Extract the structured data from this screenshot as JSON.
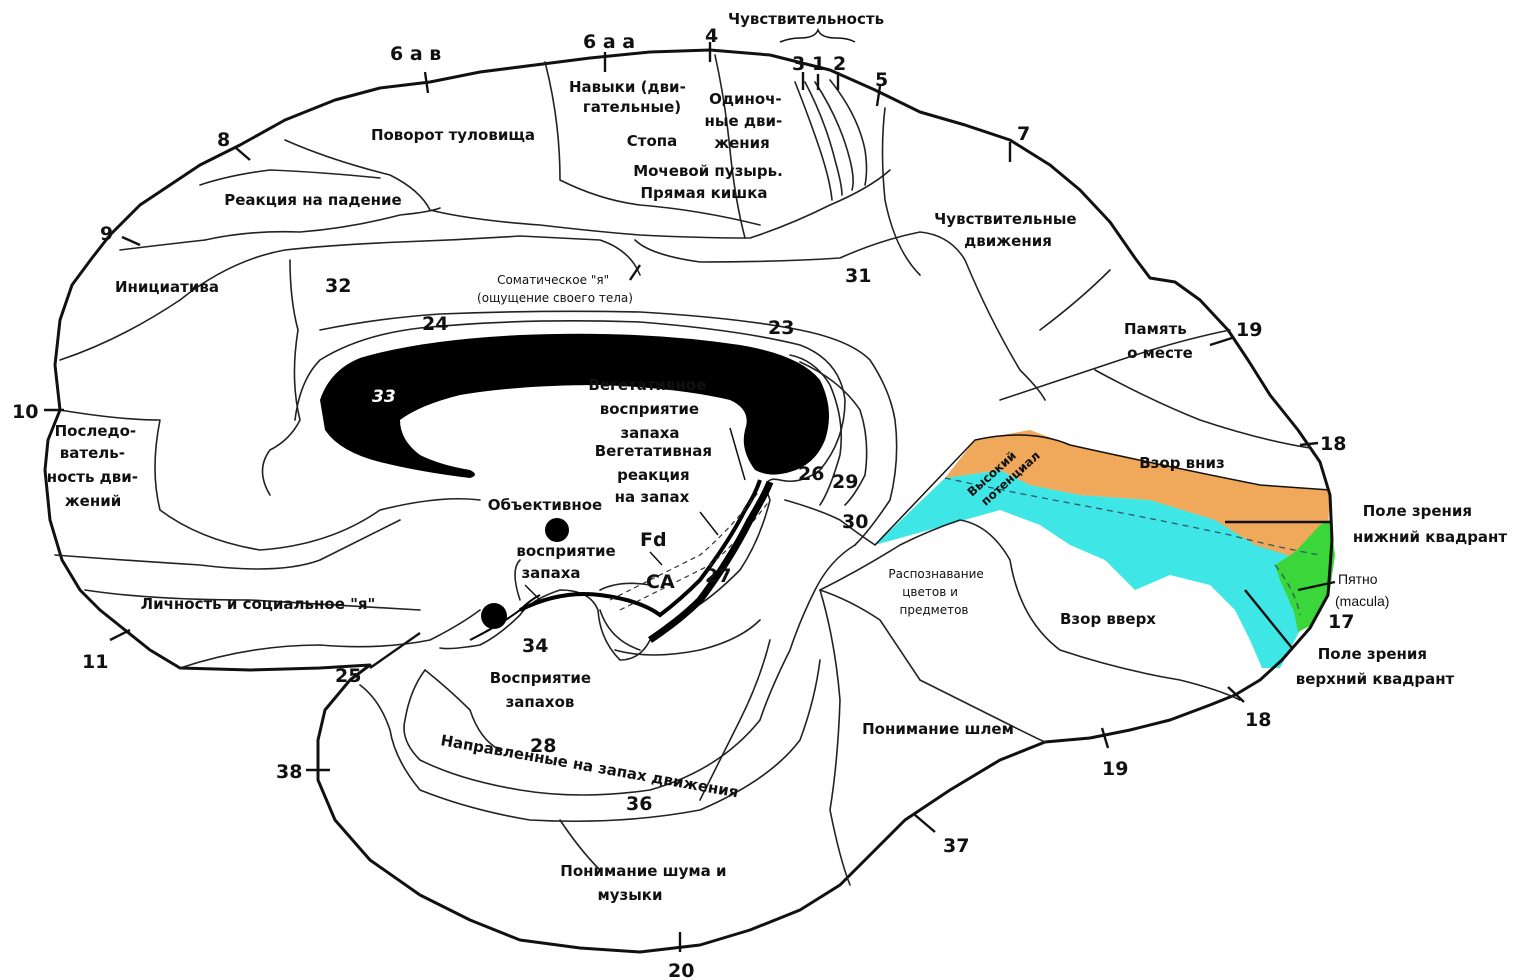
{
  "colors": {
    "lower_field": "#f0a85a",
    "upper_field": "#3fe6e6",
    "macula": "#3ad63a",
    "callosum": "#000000"
  },
  "areas": {
    "a6av": "6 а в",
    "a6aa": "6 а а",
    "a4": "4",
    "sens": "Чувствительность",
    "a3": "3",
    "a1": "1",
    "a2": "2",
    "a5": "5",
    "a7": "7",
    "a8": "8",
    "a9": "9",
    "a10": "10",
    "a11": "11",
    "a32": "32",
    "a31": "31",
    "a24": "24",
    "a23": "23",
    "a33": "33",
    "a26": "26",
    "a29": "29",
    "a30": "30",
    "a19_top": "19",
    "a18": "18",
    "a17": "17",
    "a18_bottom": "18",
    "a19_bottom": "19",
    "a37": "37",
    "a20": "20",
    "a36": "36",
    "a38": "38",
    "a25": "25",
    "a34": "34",
    "a27": "27",
    "a28": "28",
    "fd": "Fd",
    "ca": "CA"
  },
  "labels": {
    "motor_skills": [
      "Навыки (дви-",
      "гательные)"
    ],
    "single_moves": [
      "Одиноч-",
      "ные дви-",
      "жения"
    ],
    "foot": "Стопа",
    "bladder": "Мочевой пузырь.",
    "rectum": "Прямая кишка",
    "trunk_turn": "Поворот туловища",
    "fall_reaction": "Реакция на падение",
    "initiative": "Инициатива",
    "sequence": [
      "Последо-",
      "ватель-",
      "ность дви-",
      "жений"
    ],
    "personality": "Личность и социальное \"я\"",
    "somatic_self": [
      "Соматическое \"я\"",
      "(ощущение своего тела)"
    ],
    "sens_moves": [
      "Чувствительные",
      "движения"
    ],
    "place_memory": [
      "Память",
      "о месте"
    ],
    "gaze_down": "Взор вниз",
    "gaze_up": "Взор вверх",
    "lower_quadrant": [
      "Поле зрения",
      "нижний квадрант"
    ],
    "upper_quadrant": [
      "Поле зрения",
      "верхний квадрант"
    ],
    "macula": [
      "Пятно",
      "(macula)"
    ],
    "high_potentials": [
      "Высокий",
      "потенциал"
    ],
    "color_objects": [
      "Распознавание",
      "цветов и",
      "предметов"
    ],
    "veg_smell": [
      "Вегетативное",
      "восприятие",
      "запаха"
    ],
    "veg_reaction": [
      "Вегетативная",
      "реакция",
      "на запах"
    ],
    "obj_smell": [
      "Объективное",
      "восприятие",
      "запаха"
    ],
    "smell_perception": [
      "Восприятие",
      "запахов"
    ],
    "smell_moves": "Направленные на запах движения",
    "face_recognition": "Понимание шлем",
    "noise_music": [
      "Понимание шума и",
      "музыки"
    ]
  }
}
